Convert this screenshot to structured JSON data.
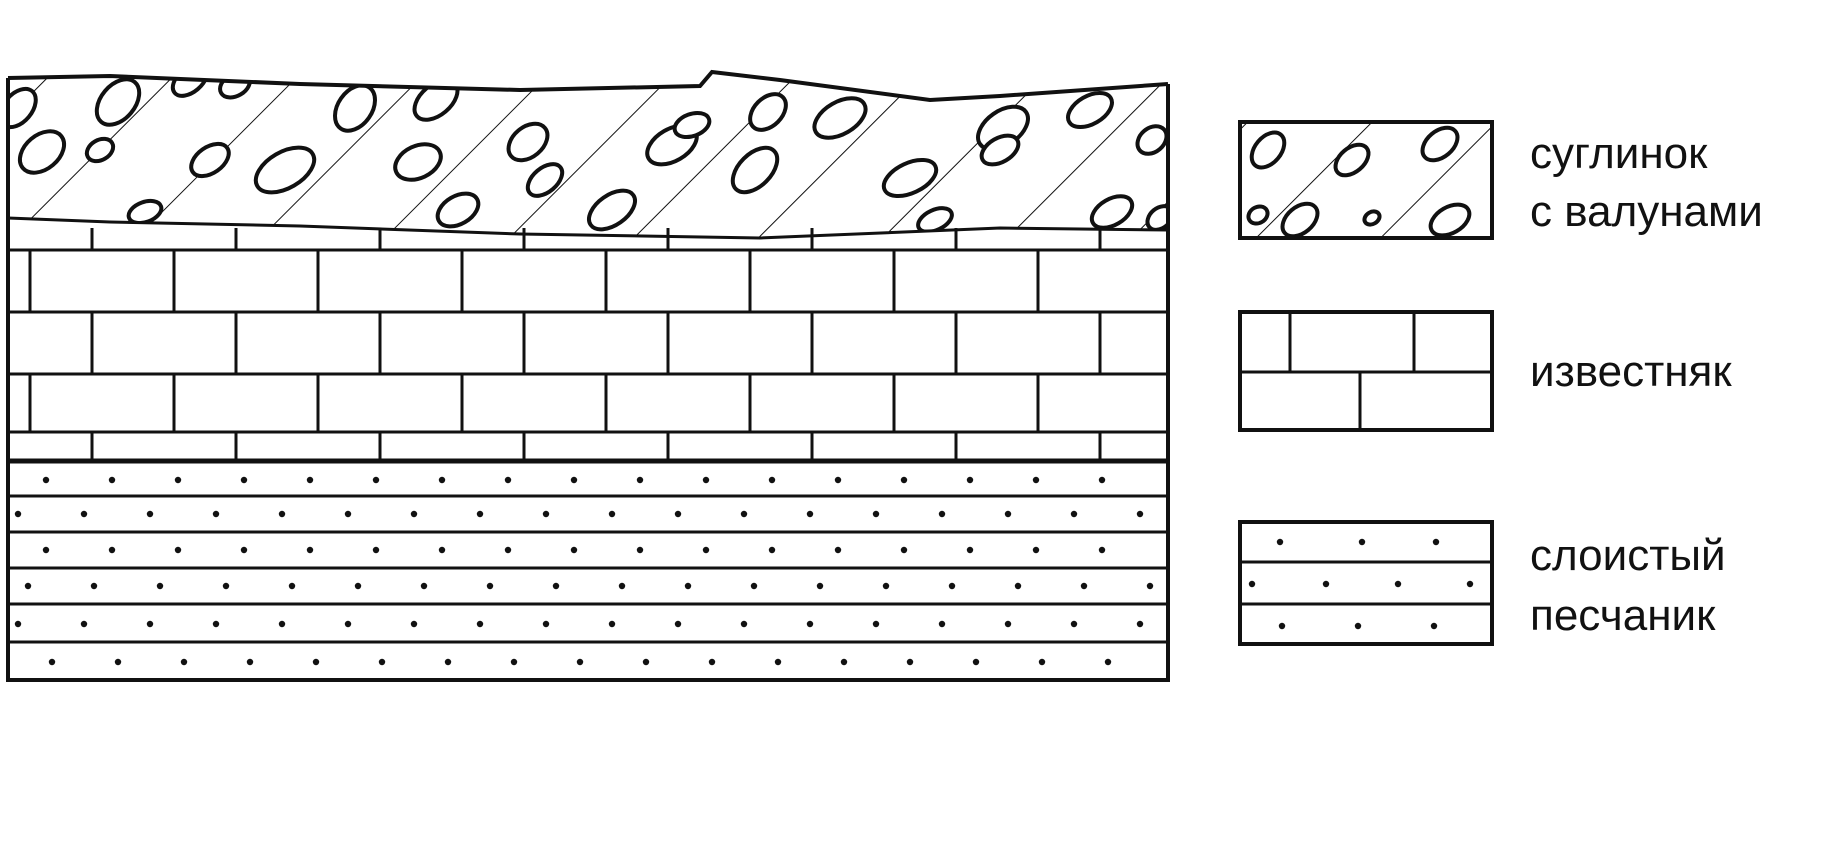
{
  "colors": {
    "line": "#111111",
    "background": "#ffffff"
  },
  "section": {
    "layers": [
      {
        "id": "loam",
        "pattern": "loam-boulders"
      },
      {
        "id": "limestone",
        "pattern": "brick"
      },
      {
        "id": "sandstone",
        "pattern": "dotted-layers"
      }
    ]
  },
  "legend": {
    "items": [
      {
        "pattern": "loam-boulders",
        "label_lines": [
          "суглинок",
          "с валунами"
        ]
      },
      {
        "pattern": "brick",
        "label_lines": [
          "известняк"
        ]
      },
      {
        "pattern": "dotted-layers",
        "label_lines": [
          "слоистый",
          "песчаник"
        ]
      }
    ]
  }
}
